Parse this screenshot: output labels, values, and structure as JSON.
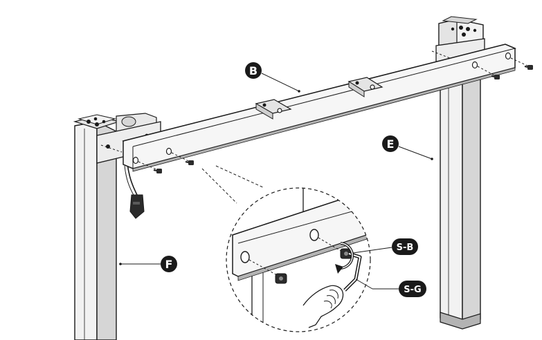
{
  "labels": {
    "crossbar": "B",
    "right_leg": "E",
    "left_leg": "F",
    "bolt": "S-B",
    "hex_key": "S-G"
  },
  "colors": {
    "ink": "#1a1a1a",
    "metal_light": "#f2f2f2",
    "metal_mid": "#d6d6d6",
    "metal_dark": "#b3b3b3",
    "badge": "#1a1a1a"
  },
  "icons": {
    "rotation": "rotate-arrow-icon",
    "hand": "hand-icon"
  }
}
